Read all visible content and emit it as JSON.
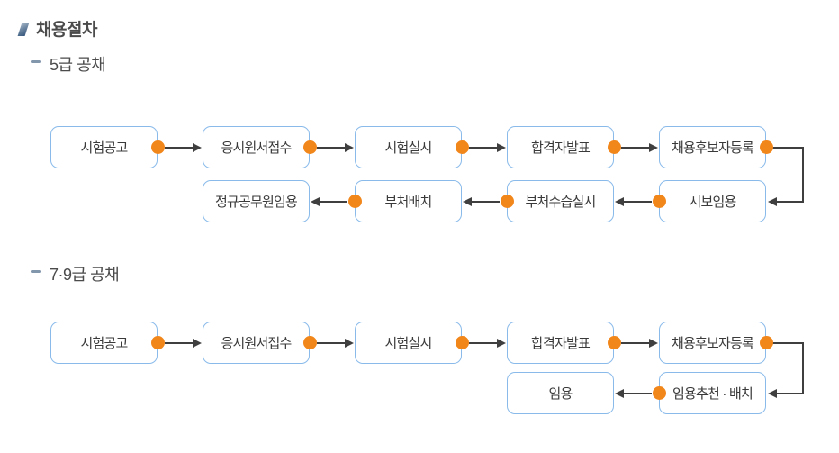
{
  "page": {
    "title": "채용절차",
    "sections": [
      {
        "heading": "5급 공채",
        "rows": [
          {
            "direction": "right",
            "wrap_to_next": true,
            "nodes": [
              {
                "label": "시험공고",
                "col": 0
              },
              {
                "label": "응시원서접수",
                "col": 1
              },
              {
                "label": "시험실시",
                "col": 2
              },
              {
                "label": "합격자발표",
                "col": 3
              },
              {
                "label": "채용후보자등록",
                "col": 4
              }
            ]
          },
          {
            "direction": "left",
            "wrap_to_next": false,
            "nodes": [
              {
                "label": "정규공무원임용",
                "col": 1
              },
              {
                "label": "부처배치",
                "col": 2
              },
              {
                "label": "부처수습실시",
                "col": 3
              },
              {
                "label": "시보임용",
                "col": 4
              }
            ]
          }
        ]
      },
      {
        "heading": "7·9급 공채",
        "rows": [
          {
            "direction": "right",
            "wrap_to_next": true,
            "nodes": [
              {
                "label": "시험공고",
                "col": 0
              },
              {
                "label": "응시원서접수",
                "col": 1
              },
              {
                "label": "시험실시",
                "col": 2
              },
              {
                "label": "합격자발표",
                "col": 3
              },
              {
                "label": "채용후보자등록",
                "col": 4
              }
            ]
          },
          {
            "direction": "left",
            "wrap_to_next": false,
            "nodes": [
              {
                "label": "임용",
                "col": 3
              },
              {
                "label": "임용추천 · 배치",
                "col": 4
              }
            ]
          }
        ]
      }
    ]
  },
  "colors": {
    "box_border": "#89baea",
    "box_text": "#3a3a3a",
    "dot_orange": "#f1861b",
    "connector": "#3f3f3f",
    "heading_text": "#4b4b4b",
    "title_marker_blue": "#35567c",
    "dash_gray_blue": "#8296ac"
  }
}
